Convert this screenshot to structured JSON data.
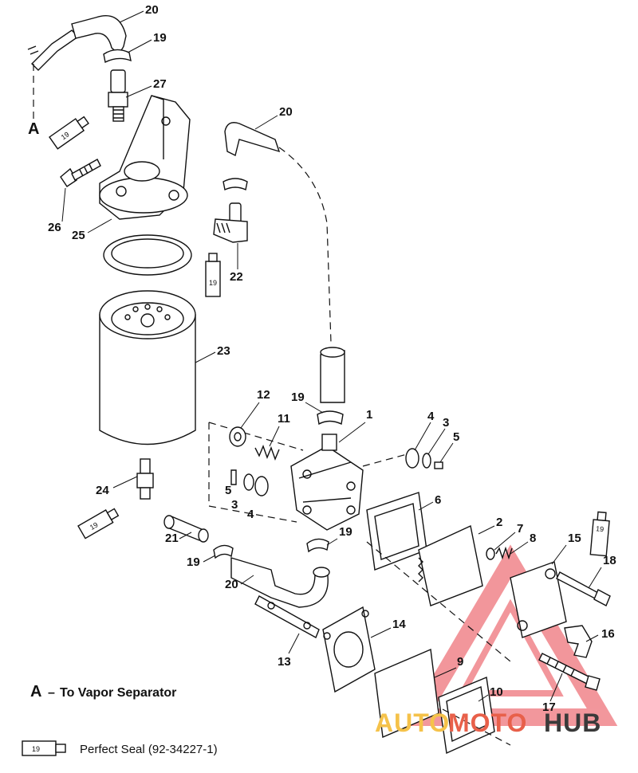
{
  "diagram": {
    "part_labels": {
      "p1": "1",
      "p2": "2",
      "p3a": "3",
      "p3b": "3",
      "p4a": "4",
      "p4b": "4",
      "p5a": "5",
      "p5b": "5",
      "p6": "6",
      "p7": "7",
      "p8": "8",
      "p9": "9",
      "p10": "10",
      "p11": "11",
      "p12": "12",
      "p13": "13",
      "p14": "14",
      "p15": "15",
      "p16": "16",
      "p17": "17",
      "p18": "18",
      "p19a": "19",
      "p19b": "19",
      "p19c": "19",
      "p19d": "19",
      "p20a": "20",
      "p20b": "20",
      "p20c": "20",
      "p21": "21",
      "p22": "22",
      "p23": "23",
      "p24": "24",
      "p25": "25",
      "p26": "26",
      "p27": "27"
    },
    "reference_marker": "A",
    "sealant_tube_label": "19",
    "legend_vapor": {
      "marker": "A",
      "dash": "–",
      "text": "To Vapor Separator"
    },
    "legend_sealant": {
      "tube_label": "19",
      "text": "Perfect Seal (92-34227-1)"
    }
  },
  "watermark": {
    "auto": "AUTO",
    "moto": "MOTO",
    "hub": "HUB",
    "colors": {
      "auto": "#f5c24a",
      "moto": "#e8604a",
      "hub": "#3a3a3a",
      "triangle": "#e8414a"
    }
  }
}
